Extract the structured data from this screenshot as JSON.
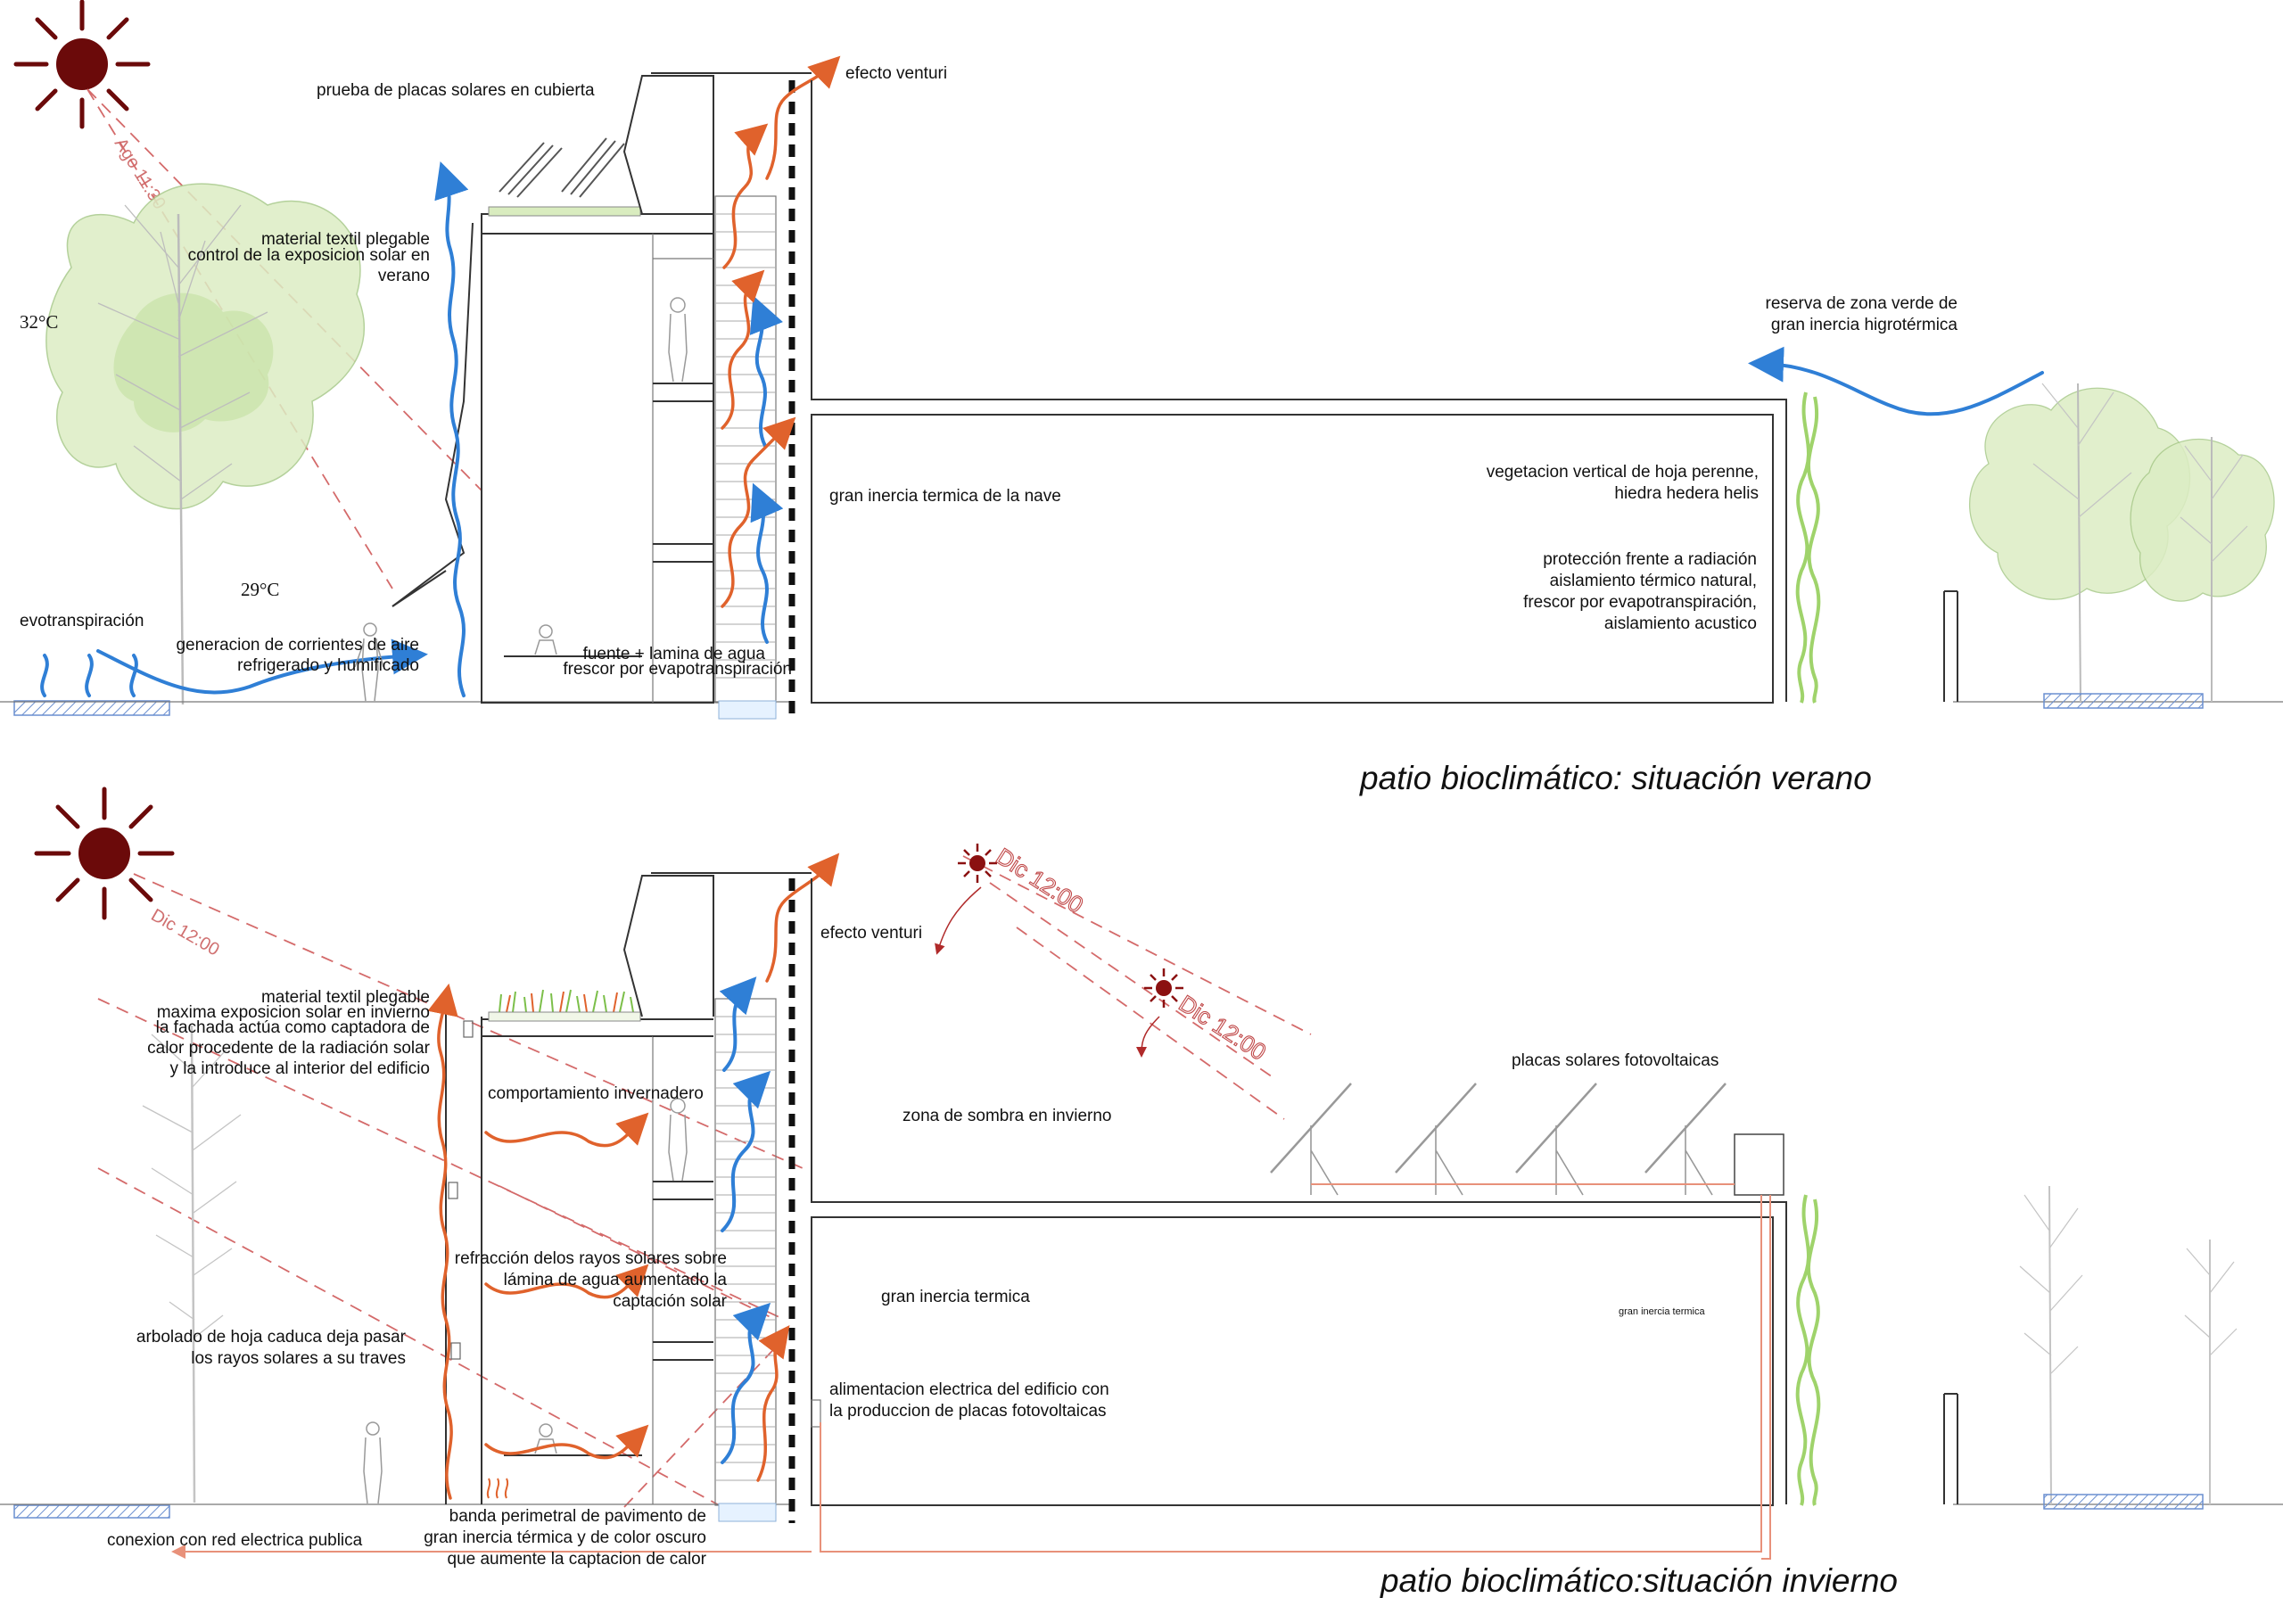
{
  "colors": {
    "sun": "#6b0a0a",
    "warm_air": "#e0622c",
    "cool_air": "#2f7fd6",
    "sun_ray": "#d46a6a",
    "vegetation": "#9fd36b",
    "foliage": "#d9ecbf"
  },
  "summer": {
    "title": "patio bioclimático: situación  verano",
    "sun_time": "Ago 11:30",
    "temp_high": "32°C",
    "temp_low": "29°C",
    "labels": {
      "solar_test": "prueba de placas solares en cubierta",
      "venturi": "efecto venturi",
      "textile_1": "material textil plegable",
      "textile_2": "control de la exposicion solar en",
      "textile_3": "verano",
      "evotrans": "evotranspiración",
      "currents_1": "generacion de corrientes de aire",
      "currents_2": "refrigerado y humificado",
      "fountain_1": "fuente + lamina de agua",
      "fountain_2": "frescor por evapotranspiración",
      "nave": "gran inercia termica de la nave",
      "green_reserve_1": "reserva de zona verde de",
      "green_reserve_2": "gran inercia higrotérmica",
      "vertical_veg_1": "vegetacion vertical de hoja perenne,",
      "vertical_veg_2": "hiedra hedera helis",
      "protection_1": "protección frente a radiación",
      "protection_2": "aislamiento térmico natural,",
      "protection_3": "frescor por evapotranspiración,",
      "protection_4": "aislamiento acustico"
    }
  },
  "winter": {
    "title": "patio bioclimático:situación  invierno",
    "sun_time": "Dic 12:00",
    "labels": {
      "venturi": "efecto venturi",
      "textile_1": "material textil plegable",
      "textile_2": "maxima exposicion solar en invierno",
      "textile_3": "la fachada actúa como captadora de",
      "textile_4": "calor procedente de la radiación solar",
      "textile_5": "y la introduce al interior del edificio",
      "greenhouse": "comportamiento invernadero",
      "shade_zone": "zona de sombra en invierno",
      "pv_panels": "placas solares fotovoltaicas",
      "refraction_1": "refracción delos rayos solares sobre",
      "refraction_2": "lámina de agua aumentado la",
      "refraction_3": "captación solar",
      "inertia": "gran inercia termica",
      "inertia_small": "gran inercia termica",
      "deciduous_1": "arbolado de hoja caduca deja pasar",
      "deciduous_2": "los rayos solares a su traves",
      "power_1": "alimentacion electrica del edificio con",
      "power_2": "la produccion de placas fotovoltaicas",
      "band_1": "banda perimetral de pavimento de",
      "band_2": "gran inercia térmica y de color oscuro",
      "band_3": "que aumente la captacion de calor",
      "grid": "conexion con red electrica publica"
    }
  }
}
